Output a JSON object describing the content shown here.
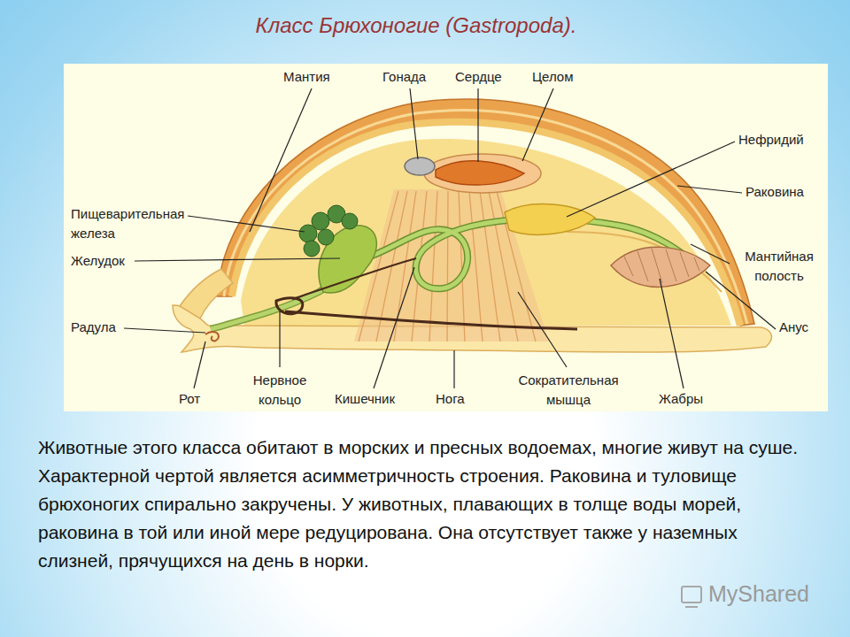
{
  "diagram": {
    "title": "Класс Брюхоногие (Gastropoda).",
    "caption": "Животные этого класса обитают в морских и пресных водоемах, многие живут на суше. Характерной чертой является асимметричность строения. Раковина и туловище брюхоногих спирально закручены. У животных, плавающих в толще воды морей, раковина в той или иной мере редуцирована. Она отсутствует также у наземных слизней, прячущихся на день в норки.",
    "labels": [
      "Мантия",
      "Гонада",
      "Сердце",
      "Целом",
      "Нефридий",
      "Раковина",
      "Пищеварительная железа",
      "Желудок",
      "Мантийная полость",
      "Радула",
      "Анус",
      "Рот",
      "Нервное кольцо",
      "Кишечник",
      "Нога",
      "Сократительная мышца",
      "Жабры",
      "MyShared"
    ]
  }
}
